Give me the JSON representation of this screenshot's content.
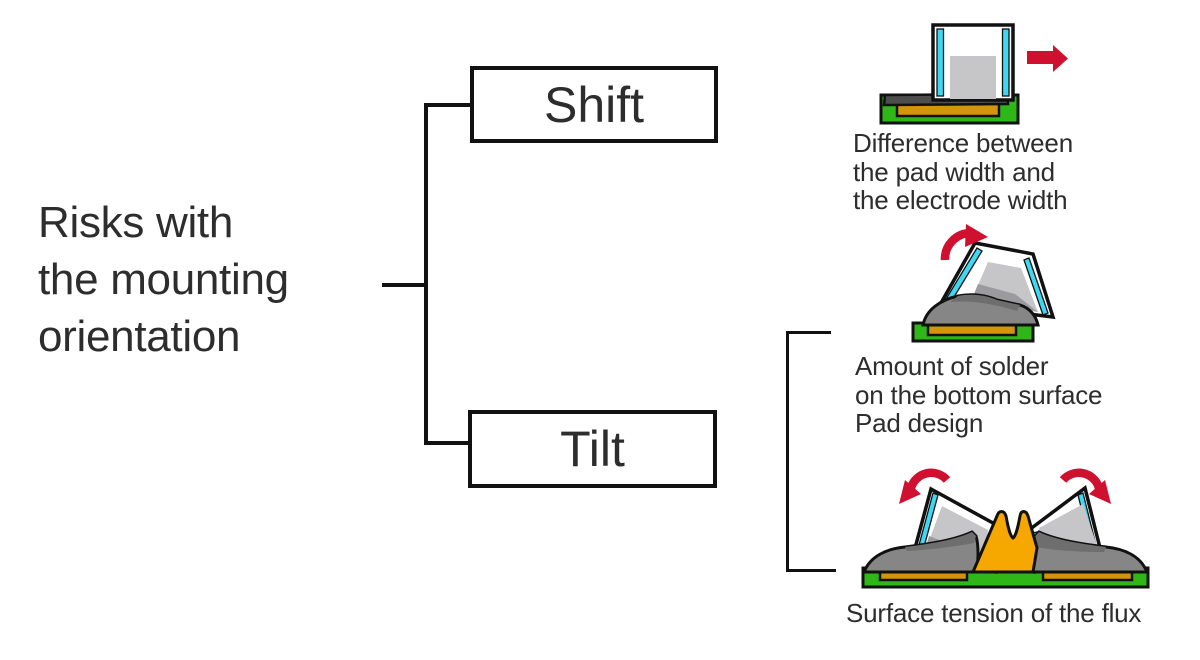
{
  "diagram": {
    "title": "Risks with\nthe mounting\norientation",
    "branches": {
      "shift_label": "Shift",
      "tilt_label": "Tilt"
    },
    "causes": {
      "shift": "Difference between\nthe pad width and\nthe electrode width",
      "tilt_solder": "Amount of solder\non the bottom surface\nPad design",
      "tilt_flux": "Surface tension of the flux"
    }
  },
  "colors": {
    "pcb_green": "#2FB718",
    "pad_orange": "#D4940B",
    "flux_amber": "#F6A800",
    "electrode_cyan": "#3DD9F4",
    "component_white": "#FFFFFF",
    "component_gray": "#C6C6C8",
    "component_gray_shadow": "#9B9B9D",
    "solder_gray": "#868686",
    "solder_gray_dark": "#6E6E6E",
    "solder_dark": "#4D4D4D",
    "arrow_red": "#CF102F",
    "outline_black": "#111111",
    "text_dark": "#2D2D2D"
  }
}
